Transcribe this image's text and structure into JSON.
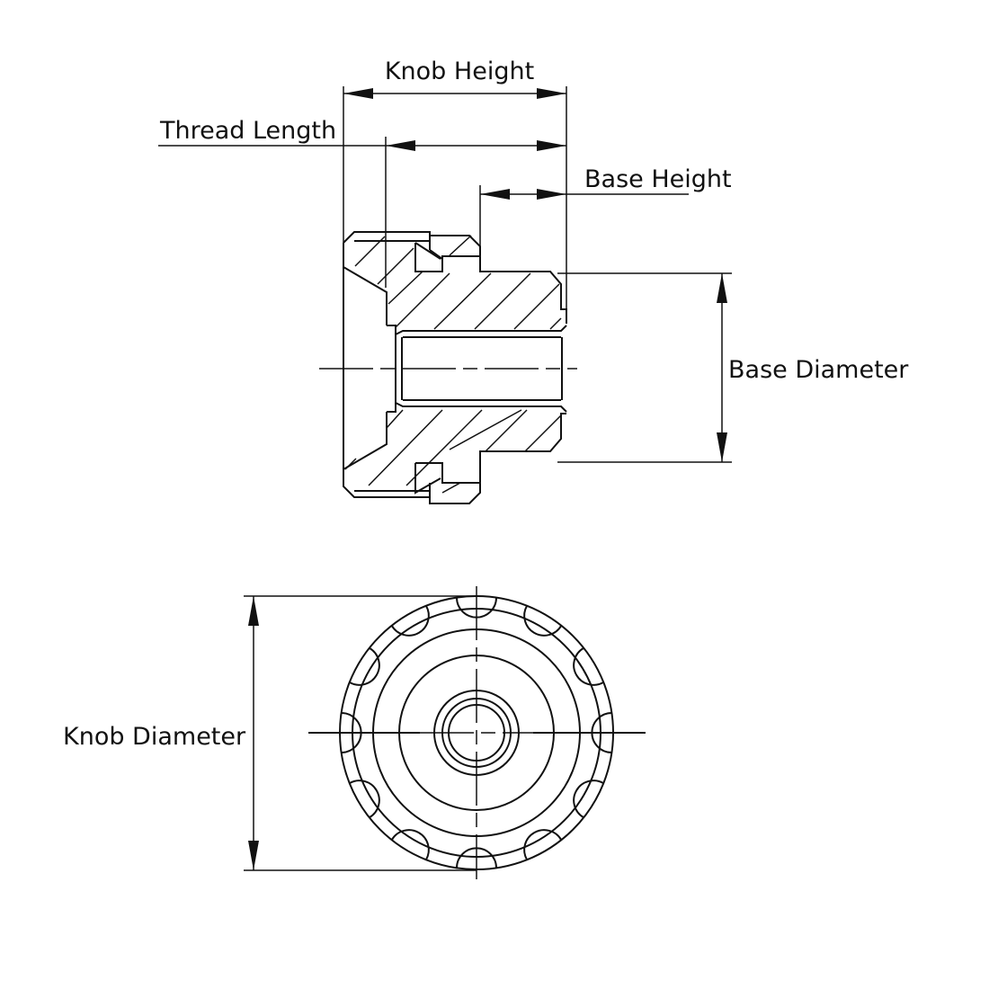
{
  "drawing": {
    "title": "Knob technical drawing",
    "views": [
      "side-section-view",
      "front-view"
    ],
    "line_color": "#111111",
    "background": "#ffffff"
  },
  "dimensions": {
    "knob_height": {
      "label": "Knob Height"
    },
    "thread_length": {
      "label": "Thread Length"
    },
    "base_height": {
      "label": "Base Height"
    },
    "base_diameter": {
      "label": "Base Diameter"
    },
    "knob_diameter": {
      "label": "Knob Diameter"
    }
  },
  "front_view": {
    "grip_scallops": 12,
    "concentric_rings": 6
  }
}
